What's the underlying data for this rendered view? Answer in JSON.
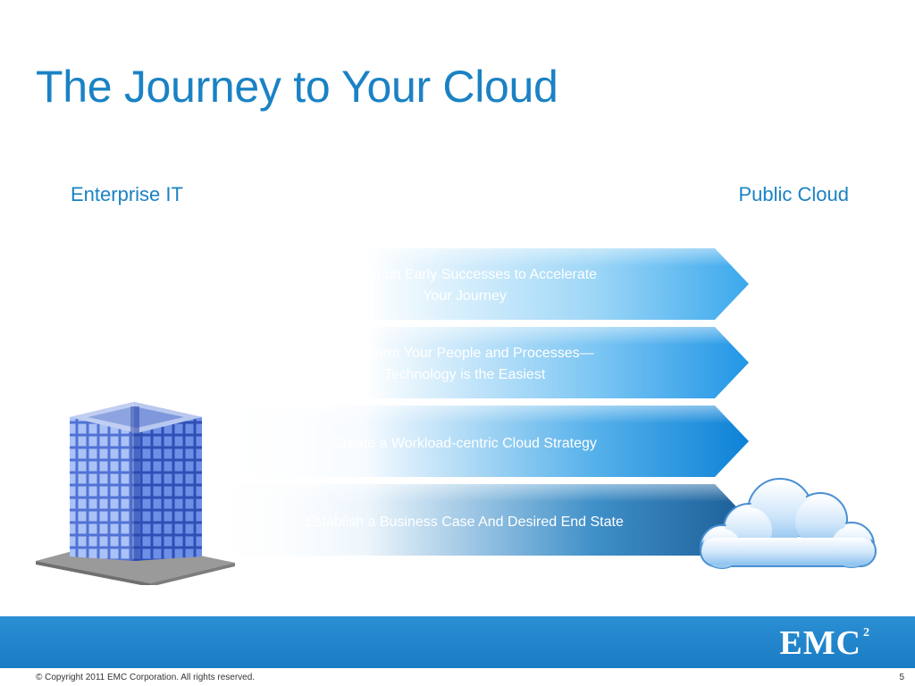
{
  "slide": {
    "title": "The Journey to Your Cloud",
    "left_label": "Enterprise IT",
    "right_label": "Public Cloud"
  },
  "steps": [
    {
      "line1": "Expand on Early Successes to Accelerate",
      "line2": "Your Journey"
    },
    {
      "line1": "Transform Your People and Processes—",
      "line2": "Technology is the Easiest"
    },
    {
      "line1": "Create a Workload-centric Cloud Strategy"
    },
    {
      "line1": "Establish a Business Case And Desired End State"
    }
  ],
  "icons": {
    "left": "office-building-icon",
    "right": "cloud-icon"
  },
  "footer": {
    "logo": "EMC",
    "logo_superscript": "2",
    "copyright": "© Copyright 2011 EMC Corporation. All rights reserved.",
    "page_number": "5"
  },
  "colors": {
    "accent": "#1a82c4",
    "footer_bar": "#1a7cc4"
  }
}
